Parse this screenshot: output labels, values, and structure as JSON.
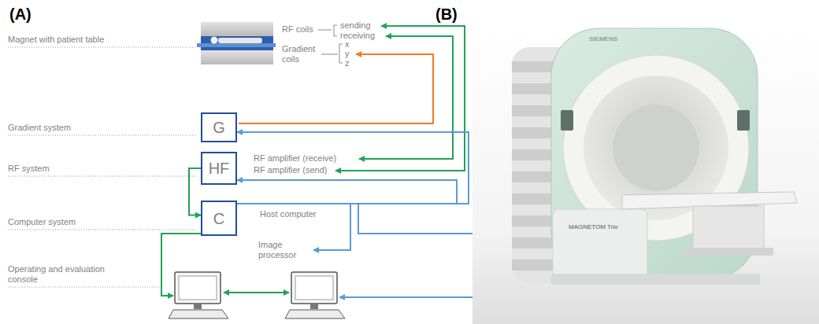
{
  "diagram": {
    "nodes": [
      {
        "text": [
          "G"
        ]
      },
      {
        "text": [
          "HF"
        ]
      },
      {
        "text": [
          "C"
        ]
      }
    ],
    "edges": [
      {
        "from": 2,
        "to": 0,
        "arrow": "to"
      },
      {
        "from": 2,
        "to": 1,
        "arrow": "to"
      },
      {
        "from": 1,
        "to": 2,
        "arrow": "to"
      }
    ],
    "labels": [
      "(A)",
      "Magnet with patient table",
      "RF coils",
      "sending",
      "receiving",
      "Gradient coils",
      "x",
      "y",
      "z",
      "Gradient system",
      "RF amplifier (receive)",
      "RF amplifier (send)",
      "RF system",
      "Host computer",
      "Computer system",
      "Image processor",
      "Operating and evaluation console",
      "(B)",
      "SIEMENS",
      "MAGNETOM Trio"
    ]
  }
}
